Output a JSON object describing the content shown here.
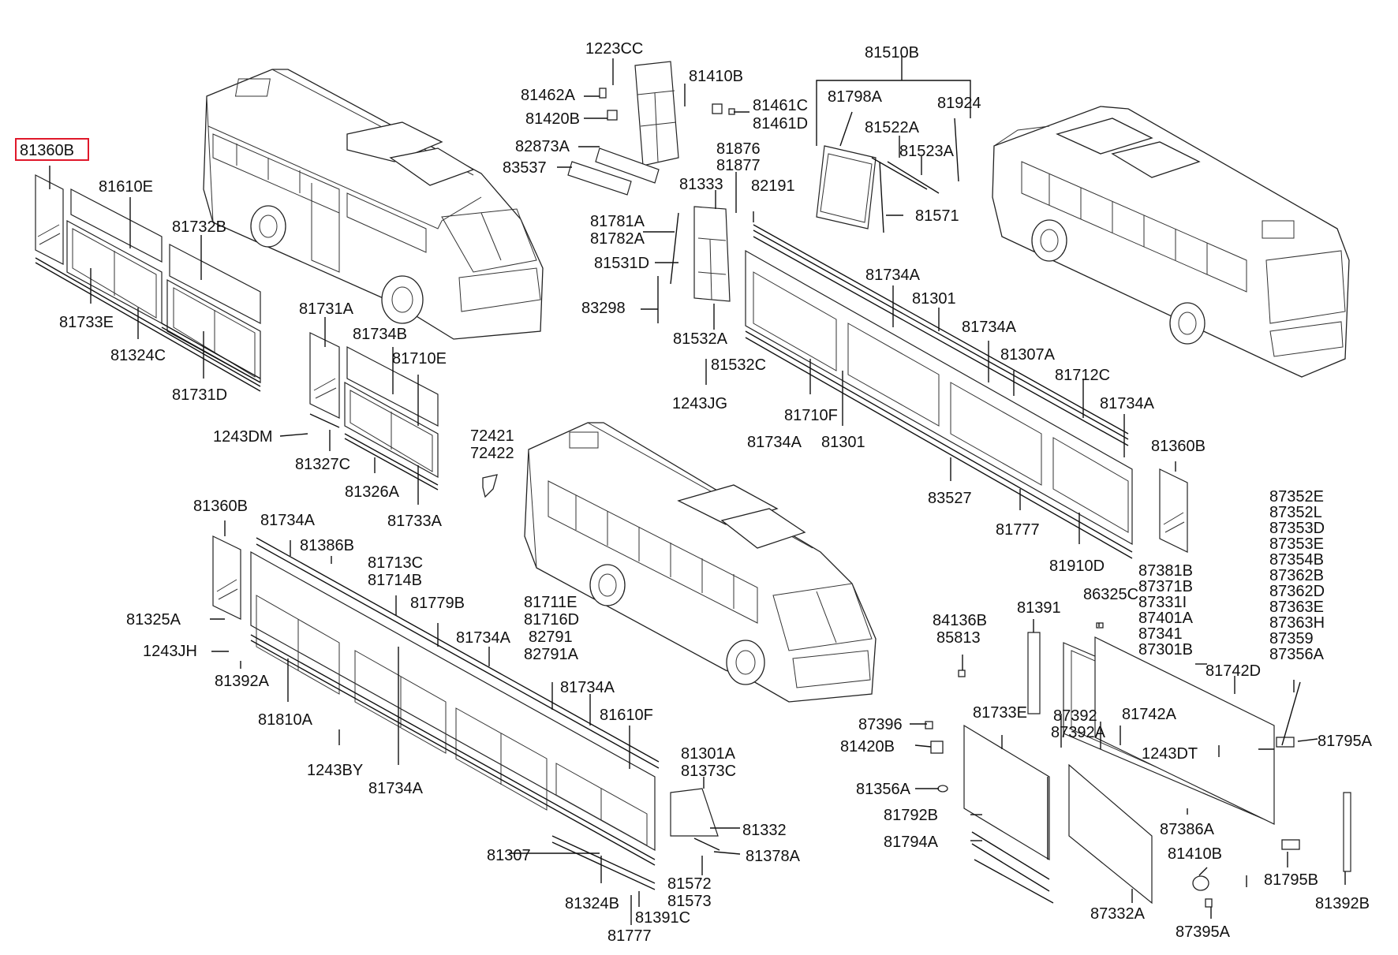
{
  "highlighted_part": "81360B",
  "labels": {
    "l81360B_top": "81360B",
    "l81610E": "81610E",
    "l81732B": "81732B",
    "l81733E_left": "81733E",
    "l81324C": "81324C",
    "l81731D": "81731D",
    "l81731A": "81731A",
    "l81734B": "81734B",
    "l81710E": "81710E",
    "l1243DM": "1243DM",
    "l81327C": "81327C",
    "l81326A": "81326A",
    "l81733A": "81733A",
    "l72421": "72421",
    "l72422": "72422",
    "l1223CC": "1223CC",
    "l81462A": "81462A",
    "l81420B_top": "81420B",
    "l81410B_top": "81410B",
    "l81461C": "81461C",
    "l81461D": "81461D",
    "l82873A": "82873A",
    "l83537": "83537",
    "l81876": "81876",
    "l81877": "81877",
    "l81333": "81333",
    "l82191": "82191",
    "l81781A": "81781A",
    "l81782A": "81782A",
    "l81531D": "81531D",
    "l83298": "83298",
    "l81532A": "81532A",
    "l81532C": "81532C",
    "l1243JG": "1243JG",
    "l81510B": "81510B",
    "l81798A": "81798A",
    "l81924": "81924",
    "l81522A": "81522A",
    "l81523A": "81523A",
    "l81571": "81571",
    "l81734A_r1": "81734A",
    "l81301_r1": "81301",
    "l81734A_r2": "81734A",
    "l81307A": "81307A",
    "l81712C": "81712C",
    "l81734A_r3": "81734A",
    "l81710F": "81710F",
    "l81734A_r4": "81734A",
    "l81301_r2": "81301",
    "l83527": "83527",
    "l81777_r": "81777",
    "l81910D": "81910D",
    "l81360B_r": "81360B",
    "l81360B_bl": "81360B",
    "l81734A_b1": "81734A",
    "l81386B": "81386B",
    "l81713C": "81713C",
    "l81714B": "81714B",
    "l81779B": "81779B",
    "l81711E": "81711E",
    "l81716D": "81716D",
    "l82791": "82791",
    "l82791A": "82791A",
    "l81734A_b2": "81734A",
    "l81734A_b3": "81734A",
    "l81610F": "81610F",
    "l81325A": "81325A",
    "l1243JH": "1243JH",
    "l81392A": "81392A",
    "l81810A": "81810A",
    "l1243BY": "1243BY",
    "l81734A_b4": "81734A",
    "l81301A": "81301A",
    "l81373C": "81373C",
    "l81332": "81332",
    "l81378A": "81378A",
    "l81307": "81307",
    "l81572": "81572",
    "l81573": "81573",
    "l81324B": "81324B",
    "l81391C": "81391C",
    "l81777_b": "81777",
    "l84136B": "84136B",
    "l85813": "85813",
    "l81391": "81391",
    "l86325C": "86325C",
    "l87381B": "87381B",
    "l87371B": "87371B",
    "l87331I": "87331I",
    "l87401A": "87401A",
    "l87341": "87341",
    "l87301B": "87301B",
    "l87352E": "87352E",
    "l87352L": "87352L",
    "l87353D": "87353D",
    "l87353E": "87353E",
    "l87354B": "87354B",
    "l87362B": "87362B",
    "l87362D": "87362D",
    "l87363E": "87363E",
    "l87363H": "87363H",
    "l87359": "87359",
    "l87356A": "87356A",
    "l81742D": "81742D",
    "l87396": "87396",
    "l81420B_b": "81420B",
    "l81733E_b": "81733E",
    "l87392": "87392",
    "l87392A": "87392A",
    "l81742A": "81742A",
    "l1243DT": "1243DT",
    "l81795A": "81795A",
    "l81356A": "81356A",
    "l81792B": "81792B",
    "l81794A": "81794A",
    "l87386A": "87386A",
    "l81410B_b": "81410B",
    "l81795B": "81795B",
    "l81392B": "81392B",
    "l87332A": "87332A",
    "l87395A": "87395A"
  }
}
